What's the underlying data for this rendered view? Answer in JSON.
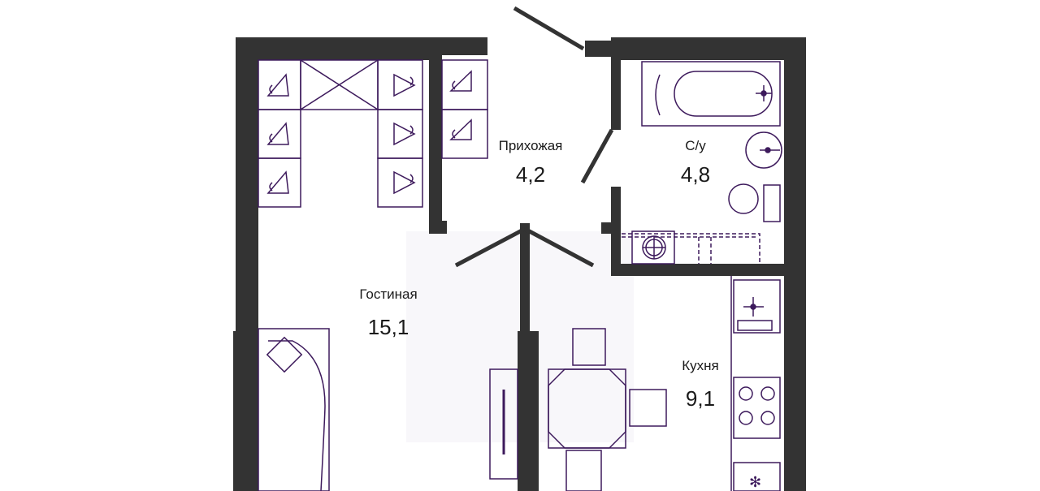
{
  "plan": {
    "colors": {
      "wall": "#333333",
      "furniture": "#3d1a5c",
      "background": "#ffffff"
    },
    "rooms": [
      {
        "name": "Прихожая",
        "area": "4,2"
      },
      {
        "name": "С/у",
        "area": "4,8"
      },
      {
        "name": "Гостиная",
        "area": "15,1"
      },
      {
        "name": "Кухня",
        "area": "9,1"
      }
    ]
  }
}
